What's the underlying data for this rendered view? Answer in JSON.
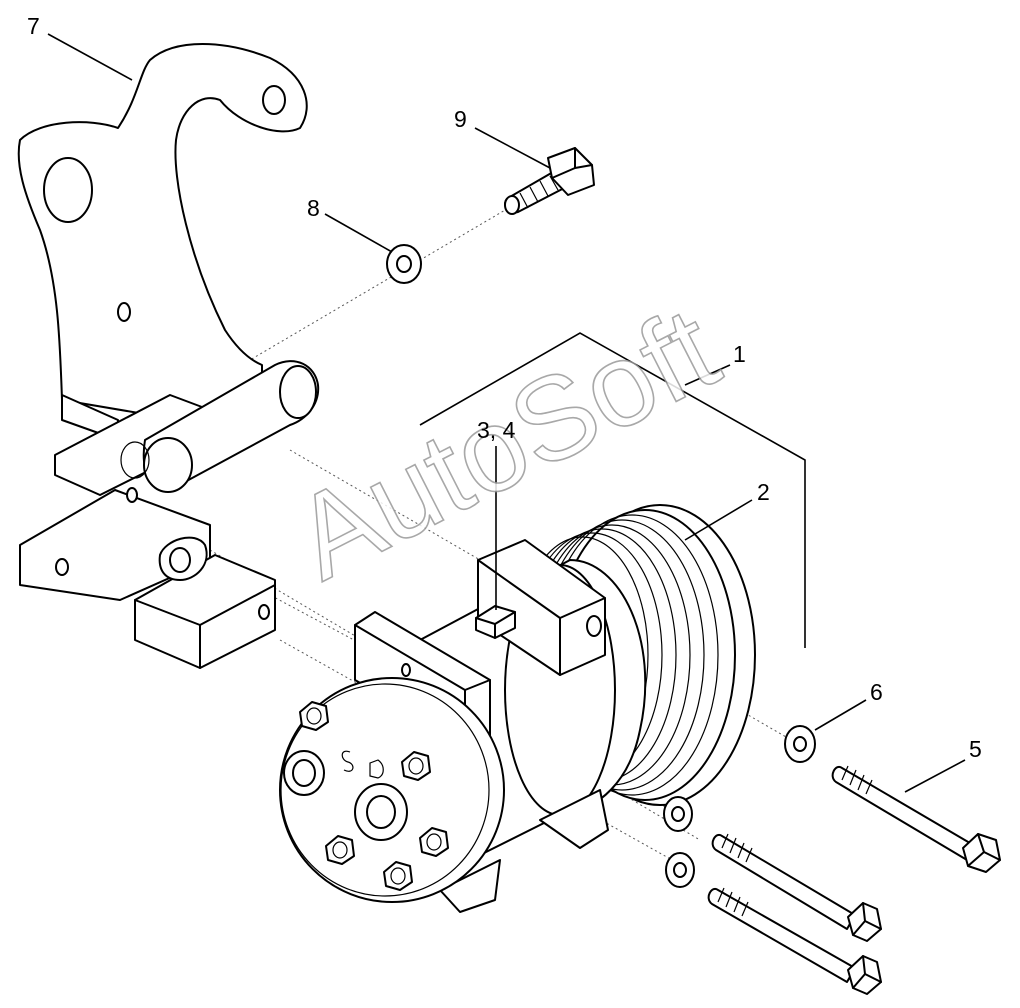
{
  "watermark": "AutoSoft",
  "callouts": {
    "c1": "1",
    "c2": "2",
    "c34": "3, 4",
    "c5": "5",
    "c6": "6",
    "c7": "7",
    "c8": "8",
    "c9": "9"
  }
}
